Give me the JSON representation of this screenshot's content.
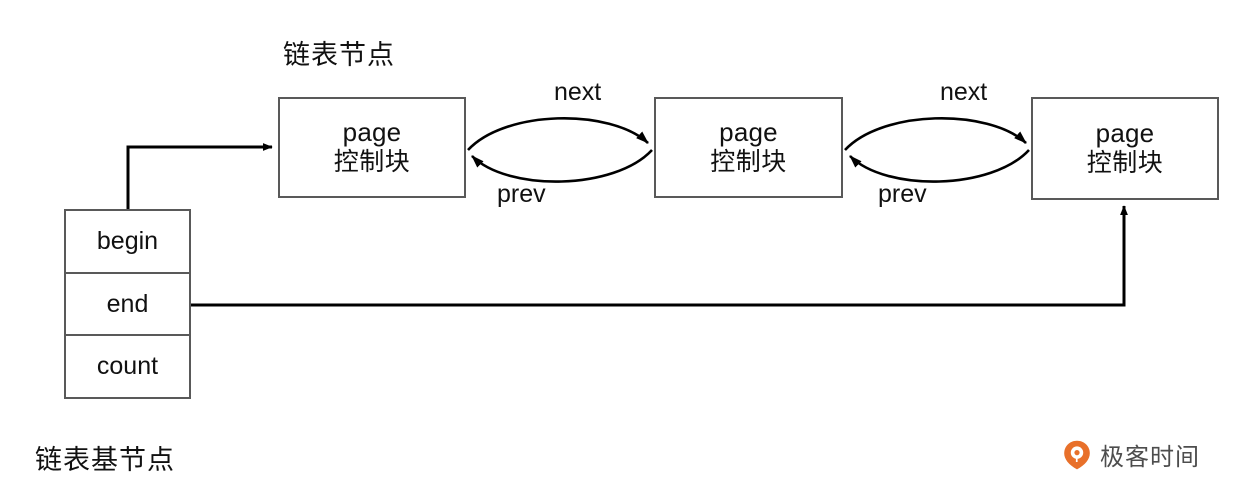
{
  "diagram": {
    "title_label": "链表节点",
    "bottom_caption": "链表基节点",
    "nodes": [
      {
        "line1": "page",
        "line2": "控制块"
      },
      {
        "line1": "page",
        "line2": "控制块"
      },
      {
        "line1": "page",
        "line2": "控制块"
      }
    ],
    "base_node": {
      "fields": [
        {
          "label": "begin"
        },
        {
          "label": "end"
        },
        {
          "label": "count"
        }
      ]
    },
    "edges": [
      {
        "label": "next",
        "from": "node-1",
        "to": "node-2",
        "direction": "forward"
      },
      {
        "label": "prev",
        "from": "node-2",
        "to": "node-1",
        "direction": "backward"
      },
      {
        "label": "next",
        "from": "node-2",
        "to": "node-3",
        "direction": "forward"
      },
      {
        "label": "prev",
        "from": "node-3",
        "to": "node-2",
        "direction": "backward"
      },
      {
        "label": "",
        "from": "base-node-begin",
        "to": "node-1",
        "direction": "forward"
      },
      {
        "label": "",
        "from": "base-node-end",
        "to": "node-3",
        "direction": "forward"
      }
    ],
    "colors": {
      "box_border": "#595959",
      "stroke": "#000000",
      "background": "#ffffff",
      "brand_orange": "#e8702a",
      "brand_text": "#4d4d4d"
    }
  },
  "brand": {
    "name": "极客时间",
    "mark": "geekbang-pin-icon"
  }
}
